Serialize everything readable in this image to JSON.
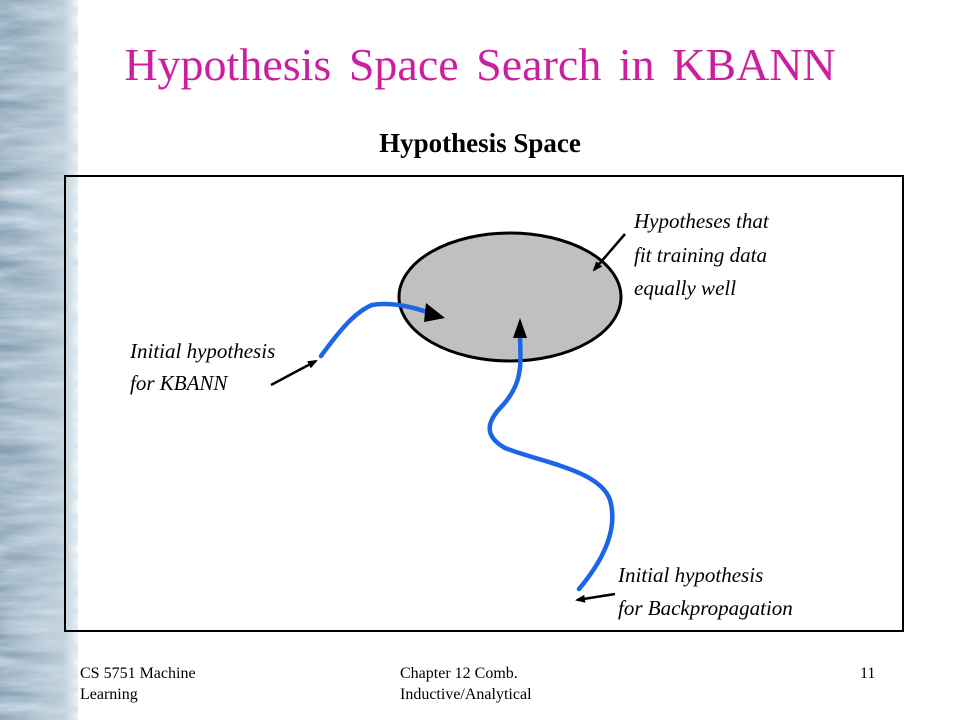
{
  "slide": {
    "title": "Hypothesis Space Search in KBANN",
    "subtitle": "Hypothesis Space"
  },
  "diagram": {
    "ellipse_label": [
      "Hypotheses that",
      "fit training data",
      "equally well"
    ],
    "kbann_label": [
      "Initial hypothesis",
      "for KBANN"
    ],
    "backprop_label": [
      "Initial hypothesis",
      "for Backpropagation"
    ],
    "colors": {
      "path": "#1a66e6",
      "ellipse_fill": "#c0c0c0",
      "title": "#cc1fa0"
    }
  },
  "footer": {
    "left": [
      "CS 5751 Machine",
      "Learning"
    ],
    "center": [
      "Chapter 12 Comb.",
      "Inductive/Analytical"
    ],
    "page": "11"
  }
}
